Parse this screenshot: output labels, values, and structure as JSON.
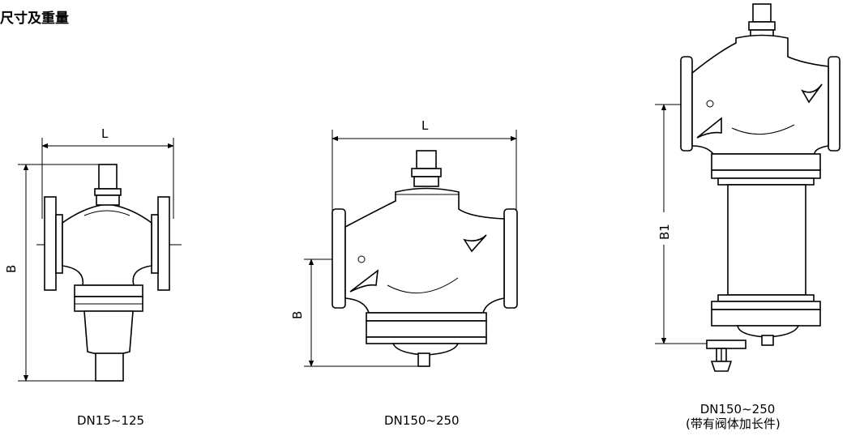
{
  "title": "尺寸及重量",
  "drawings": [
    {
      "caption": "DN15~125",
      "dim_width": "L",
      "dim_height": "B"
    },
    {
      "caption": "DN150~250",
      "dim_width": "L",
      "dim_height": "B"
    },
    {
      "caption_line1": "DN150~250",
      "caption_line2": "(带有阀体加长件)",
      "dim_height": "B1"
    }
  ]
}
